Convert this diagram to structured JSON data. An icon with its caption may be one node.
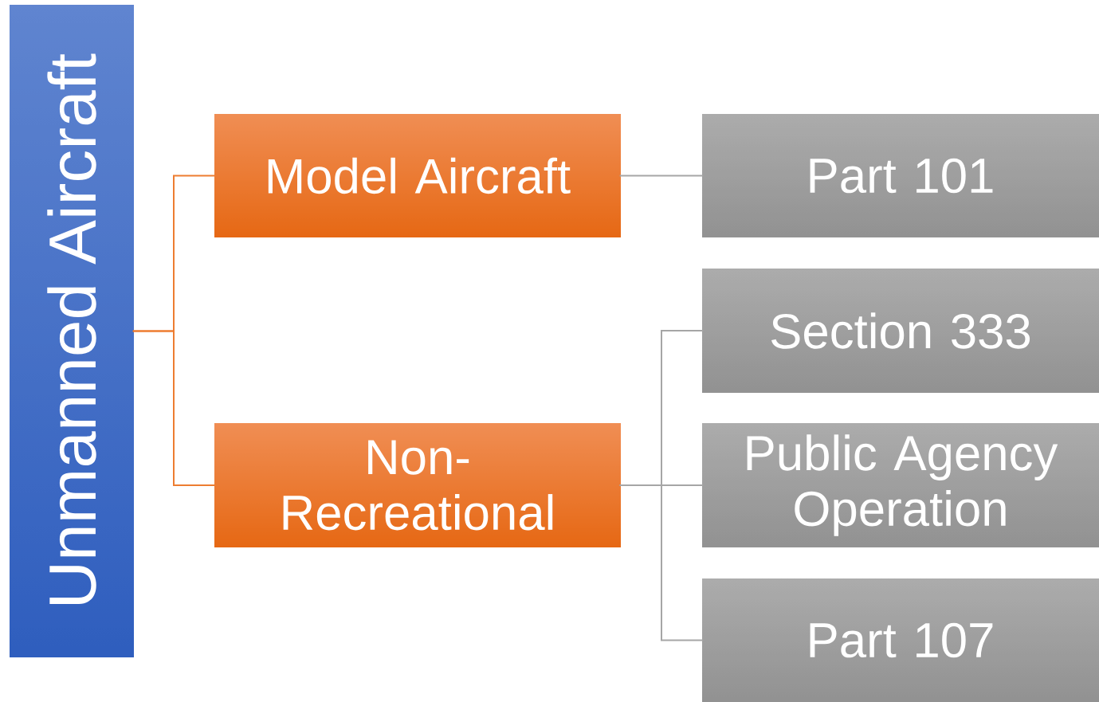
{
  "diagram": {
    "nodes": [
      {
        "text": [
          "Unmanned Aircraft"
        ]
      },
      {
        "text": [
          "Model Aircraft"
        ]
      },
      {
        "text": [
          "Non-Recreational"
        ]
      },
      {
        "text": [
          "Part 101"
        ]
      },
      {
        "text": [
          "Section 333"
        ]
      },
      {
        "text": [
          "Public Agency Operation"
        ]
      },
      {
        "text": [
          "Part 107"
        ]
      }
    ],
    "edges": [
      {
        "from": 0,
        "to": 1,
        "arrow": "none",
        "color": "#ed7d31"
      },
      {
        "from": 0,
        "to": 2,
        "arrow": "none",
        "color": "#ed7d31"
      },
      {
        "from": 1,
        "to": 3,
        "arrow": "none"
      },
      {
        "from": 2,
        "to": 4,
        "arrow": "none"
      },
      {
        "from": 2,
        "to": 5,
        "arrow": "none"
      },
      {
        "from": 2,
        "to": 6,
        "arrow": "none"
      }
    ]
  }
}
